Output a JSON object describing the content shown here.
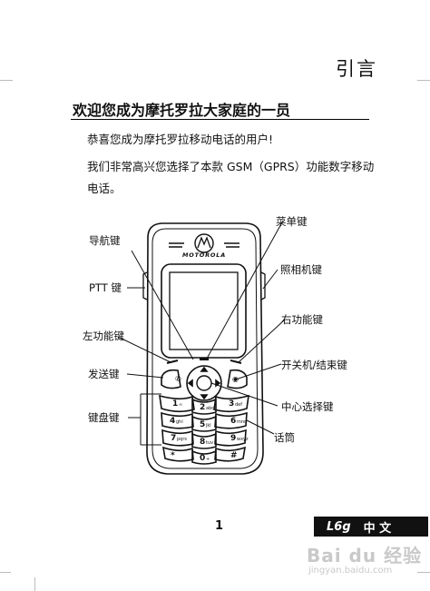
{
  "chapter_title": "引言",
  "section_heading": "欢迎您成为摩托罗拉大家庭的一员",
  "paragraph1": "恭喜您成为摩托罗拉移动电话的用户!",
  "paragraph2": "我们非常高兴您选择了本款 GSM（GPRS）功能数字移动电话。",
  "phone_brand": "MOTOROLA",
  "callouts": {
    "nav_key": "导航键",
    "ptt_key": "PTT 键",
    "left_soft_key": "左功能键",
    "send_key": "发送键",
    "keypad": "键盘键",
    "menu_key": "菜单键",
    "camera_key": "照相机键",
    "right_soft_key": "右功能键",
    "power_end_key": "开关机/结束键",
    "center_select_key": "中心选择键",
    "microphone": "话筒"
  },
  "keypad_keys": [
    {
      "main": "1",
      "sub": "∞"
    },
    {
      "main": "2",
      "sub": "abc"
    },
    {
      "main": "3",
      "sub": "def"
    },
    {
      "main": "4",
      "sub": "ghi"
    },
    {
      "main": "5",
      "sub": "jkl"
    },
    {
      "main": "6",
      "sub": "mno"
    },
    {
      "main": "7",
      "sub": "pqrs"
    },
    {
      "main": "8",
      "sub": "tuv"
    },
    {
      "main": "9",
      "sub": "wxyz"
    },
    {
      "main": "*",
      "sub": ""
    },
    {
      "main": "0",
      "sub": "+"
    },
    {
      "main": "#",
      "sub": ""
    }
  ],
  "page_number": "1",
  "footer": {
    "model": "L6g",
    "language": "中 文"
  },
  "watermark": {
    "logo": "Bai du 经验",
    "url": "jingyan.baidu.com"
  }
}
